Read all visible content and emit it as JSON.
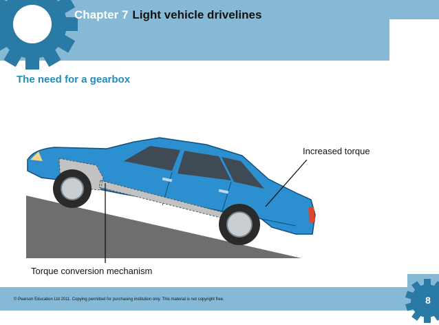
{
  "header": {
    "chapter_number": "Chapter 7",
    "chapter_title": "Light vehicle drivelines"
  },
  "slide": {
    "title": "The need for a gearbox"
  },
  "figure": {
    "labels": {
      "top_right": "Increased torque",
      "bottom": "Torque conversion mechanism"
    },
    "car_color": "#2b8fd0",
    "mechanism_color": "#c0c2c4",
    "ramp_color": "#6e6e70"
  },
  "footer": {
    "copyright": "© Pearson Education Ltd 2011. Copying permitted for purchasing institution only. This material is not copyright free.",
    "page_number": "8"
  },
  "colors": {
    "header_bg": "#86b9d6",
    "title_accent": "#1e8ec0"
  }
}
